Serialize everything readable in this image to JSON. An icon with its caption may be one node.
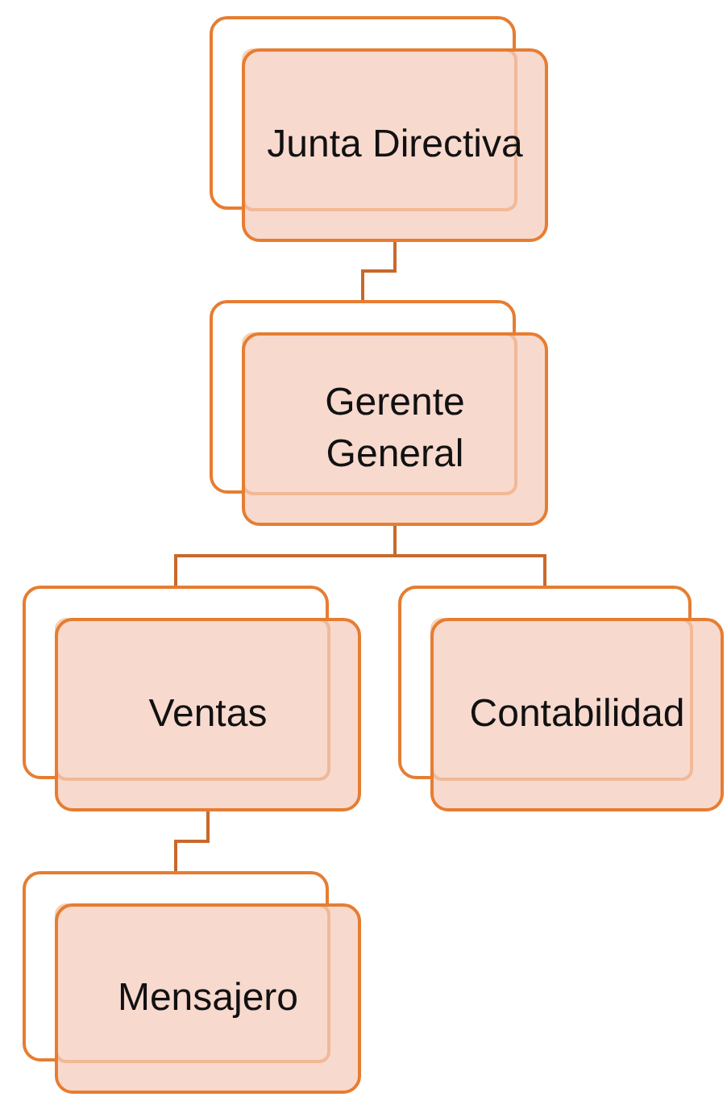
{
  "diagram": {
    "nodes": [
      {
        "text": [
          "Junta Directiva"
        ]
      },
      {
        "text": [
          "Gerente General"
        ]
      },
      {
        "text": [
          "Ventas"
        ]
      },
      {
        "text": [
          "Contabilidad"
        ]
      },
      {
        "text": [
          "Mensajero"
        ]
      }
    ],
    "edges": [
      {
        "from": 0,
        "to": 1,
        "arrow": "none"
      },
      {
        "from": 1,
        "to": 2,
        "arrow": "none"
      },
      {
        "from": 1,
        "to": 3,
        "arrow": "none"
      },
      {
        "from": 2,
        "to": 4,
        "arrow": "none"
      }
    ]
  }
}
